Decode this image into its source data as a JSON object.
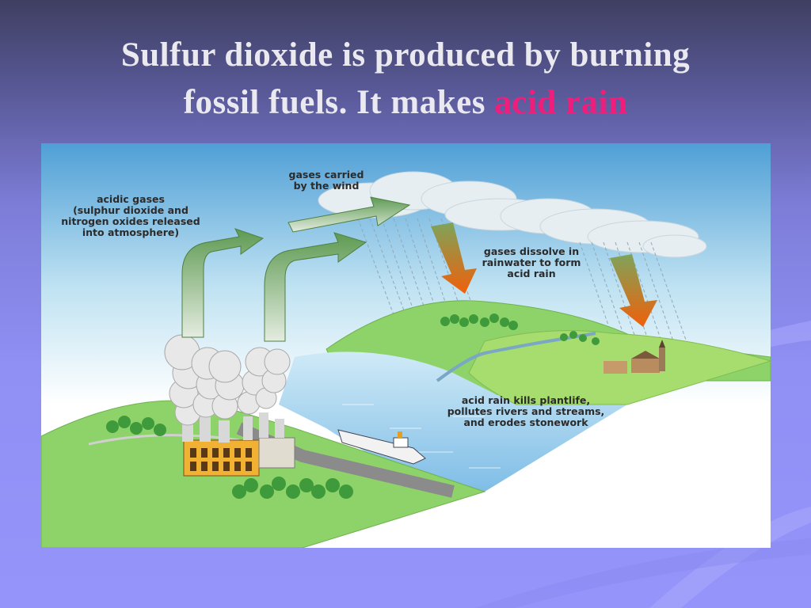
{
  "slide": {
    "title_line1": "Sulfur dioxide is produced by burning",
    "title_line2_prefix": "fossil fuels.  It makes ",
    "title_highlight": "acid rain"
  },
  "diagram": {
    "labels": {
      "acidic_gases": "acidic gases\n(sulphur dioxide and\nnitrogen oxides released\ninto atmosphere)",
      "gases_carried": "gases carried\nby the wind",
      "gases_dissolve": "gases dissolve in\nrainwater to form\nacid rain",
      "acid_rain_effects": "acid rain kills plantlife,\npollutes rivers and streams,\nand erodes stonework"
    }
  },
  "colors": {
    "title": "#e9e9ef",
    "highlight": "#ee1f7c",
    "background": "#9494fa",
    "land": "#8ed36a",
    "water": "#9cd3f2",
    "arrow_orange": "#f06a10",
    "arrow_green": "#7aa86a"
  }
}
